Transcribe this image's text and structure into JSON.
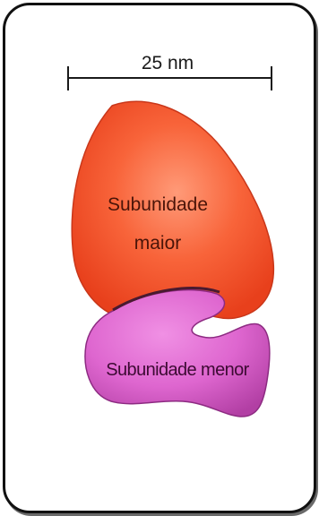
{
  "scale_bar": {
    "label": "25 nm"
  },
  "large_subunit": {
    "line1": "Subunidade",
    "line2": "maior",
    "color": "#f0542a"
  },
  "small_subunit": {
    "label": "Subunidade menor",
    "color": "#d860c8"
  }
}
